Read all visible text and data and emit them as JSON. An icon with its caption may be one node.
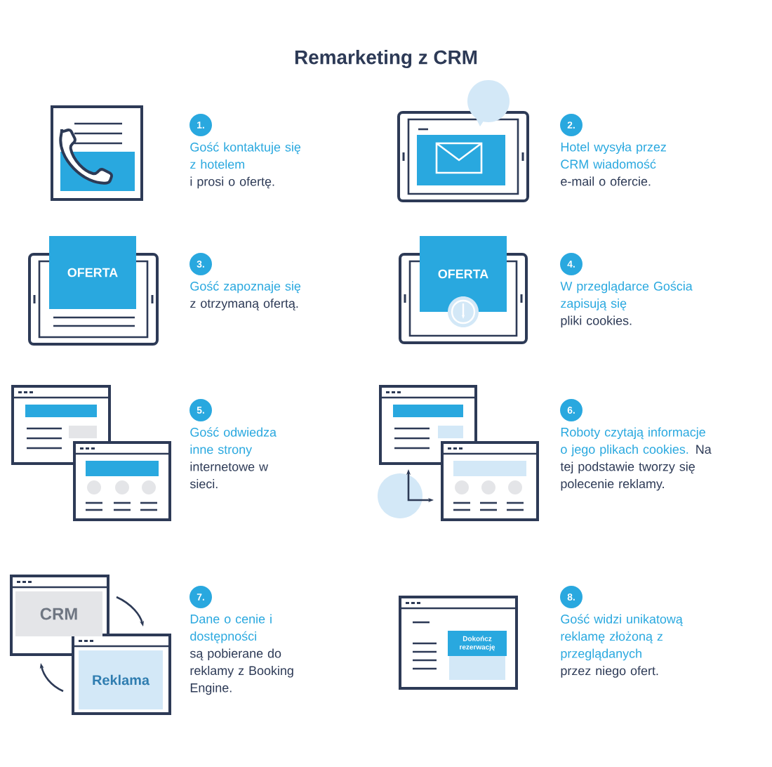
{
  "diagram": {
    "title": "Remarketing z CRM",
    "nodes": [
      {
        "text": [
          "1."
        ],
        "beside": [
          "Gość kontaktuje się z hotelem",
          "i prosi o ofertę."
        ]
      },
      {
        "text": [
          "2."
        ],
        "beside": [
          "Hotel wysyła przez CRM wiadomość",
          "e-mail o ofercie."
        ]
      },
      {
        "text": [
          "OFERTA"
        ]
      },
      {
        "text": [
          "3."
        ],
        "beside": [
          "Gość zapoznaje się",
          "z otrzymaną ofertą."
        ]
      },
      {
        "text": [
          "OFERTA"
        ]
      },
      {
        "text": [
          "4."
        ],
        "beside": [
          "W przeglądarce Gościa zapisują się",
          "pliki cookies."
        ]
      },
      {
        "text": [
          "5."
        ],
        "beside": [
          "Gość odwiedza inne strony",
          "internetowe w sieci."
        ]
      },
      {
        "text": [
          "6."
        ],
        "beside": [
          "Roboty czytają informacje o jego plikach cookies.",
          "Na tej podstawie tworzy się polecenie reklamy."
        ]
      },
      {
        "text": [
          "CRM"
        ]
      },
      {
        "text": [
          "Reklama"
        ]
      },
      {
        "text": [
          "7."
        ],
        "beside": [
          "Dane o cenie i dostępności",
          "są pobierane do reklamy z Booking Engine."
        ]
      },
      {
        "text": [
          "Dokończ rezerwację"
        ]
      },
      {
        "text": [
          "8."
        ],
        "beside": [
          "Gość widzi unikatową reklamę złożoną z przeglądanych",
          "przez niego ofert."
        ]
      }
    ]
  }
}
